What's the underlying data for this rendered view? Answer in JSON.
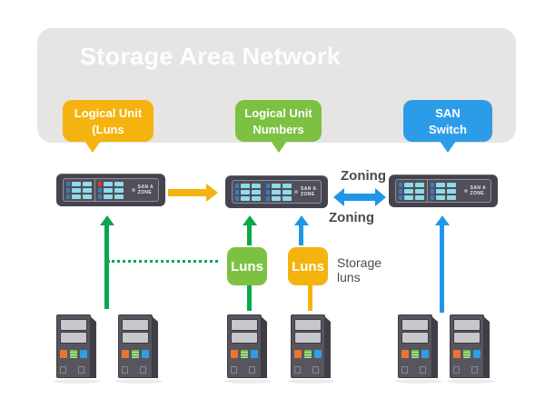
{
  "header": {
    "title": "Storage Area Network"
  },
  "callouts": [
    {
      "name": "logical-unit-luns",
      "lines": [
        "Logical Unit",
        "(Luns"
      ],
      "color": "#F4B30E"
    },
    {
      "name": "logical-unit-numbers",
      "lines": [
        "Logical Unit",
        "Numbers"
      ],
      "color": "#7CC142"
    },
    {
      "name": "san-switch",
      "lines": [
        "SAN",
        "Switch"
      ],
      "color": "#2D9CE8"
    }
  ],
  "switch_device": {
    "label_line1": "SAN A",
    "label_line2": "ZONE"
  },
  "flow_labels": {
    "zoning_top": "Zoning",
    "zoning_bottom": "Zoning"
  },
  "lun_boxes": {
    "green_label": "Luns",
    "orange_label": "Luns"
  },
  "storage_luns": {
    "line1": "Storage",
    "line2": "luns"
  },
  "colors": {
    "panel_gray": "#E6E5E3",
    "callout_orange": "#F4B30E",
    "callout_green": "#7CC142",
    "callout_blue": "#2D9CE8",
    "arrow_yellow": "#F4B30E",
    "arrow_blue": "#2196E8",
    "arrow_green": "#0BA64F",
    "switch_body": "#45444E",
    "switch_port_cyan": "#8EDBEA",
    "label_text": "#4A4A4D",
    "title_text": "#FDFDFD"
  }
}
